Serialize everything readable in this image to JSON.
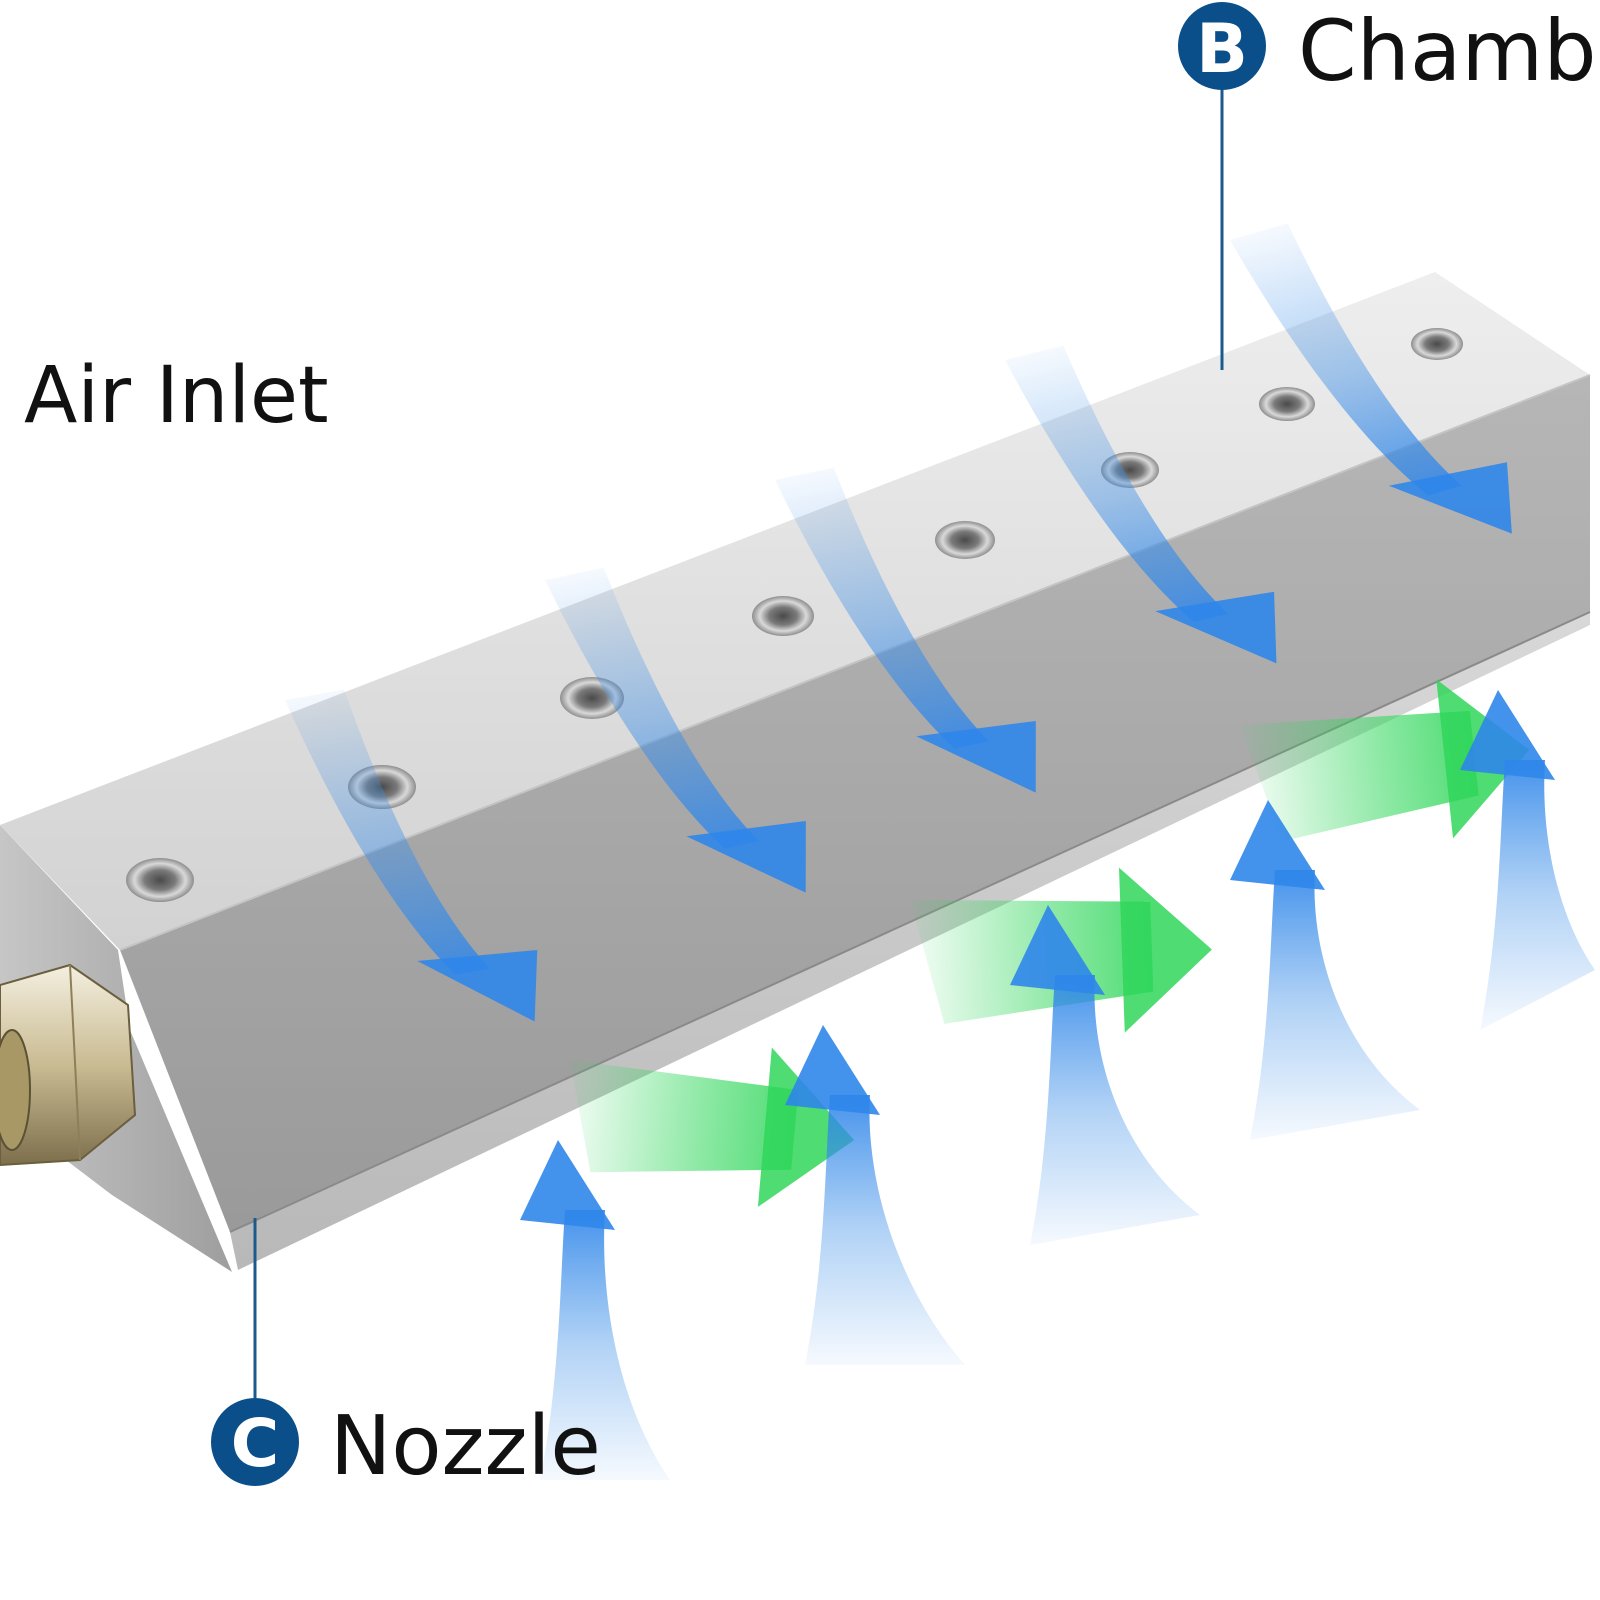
{
  "labels": {
    "air_inlet": "Air Inlet",
    "chamber": {
      "letter": "B",
      "text": "Chamb"
    },
    "nozzle": {
      "letter": "C",
      "text": "Nozzle"
    }
  },
  "colors": {
    "badge": "#0b4f8a",
    "leader": "#1c5a8c",
    "air_flow_in": "#3d8fe8",
    "air_flow_out": "#2fd65a",
    "metal_top": "#dcdcdc",
    "metal_front": "#a9a9a9"
  },
  "icons": [
    "down-arrow-icon",
    "up-arrow-icon",
    "green-arrow-icon"
  ]
}
